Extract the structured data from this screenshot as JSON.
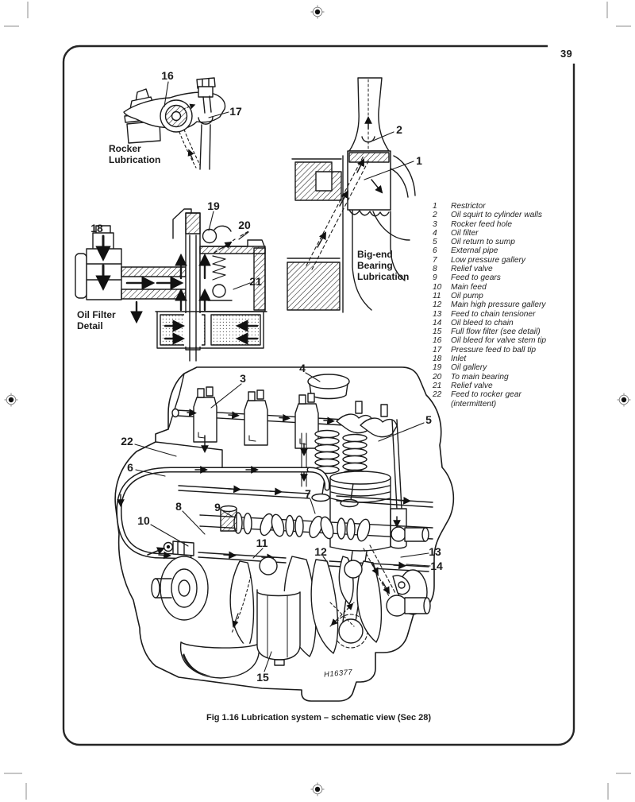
{
  "page": {
    "number": "39",
    "caption": "Fig 1.16 Lubrication system – schematic view (Sec 28)",
    "illustration_ref": "H16377"
  },
  "insets": {
    "rocker_lubrication": {
      "title_line1": "Rocker",
      "title_line2": "Lubrication"
    },
    "big_end_bearing": {
      "title_line1": "Big-end",
      "title_line2": "Bearing",
      "title_line3": "Lubrication"
    },
    "oil_filter_detail": {
      "title_line1": "Oil Filter",
      "title_line2": "Detail"
    }
  },
  "callouts": {
    "n1": "1",
    "n2": "2",
    "n3": "3",
    "n4": "4",
    "n5": "5",
    "n6": "6",
    "n7": "7",
    "n8": "8",
    "n9": "9",
    "n10": "10",
    "n11": "11",
    "n12": "12",
    "n13": "13",
    "n14": "14",
    "n15": "15",
    "n16": "16",
    "n17": "17",
    "n18": "18",
    "n19": "19",
    "n20": "20",
    "n21": "21",
    "n22": "22"
  },
  "legend": {
    "items": [
      {
        "num": "1",
        "label": "Restrictor"
      },
      {
        "num": "2",
        "label": "Oil squirt to cylinder walls"
      },
      {
        "num": "3",
        "label": "Rocker feed hole"
      },
      {
        "num": "4",
        "label": "Oil filter"
      },
      {
        "num": "5",
        "label": "Oil return to sump"
      },
      {
        "num": "6",
        "label": "External pipe"
      },
      {
        "num": "7",
        "label": "Low pressure gallery"
      },
      {
        "num": "8",
        "label": "Relief valve"
      },
      {
        "num": "9",
        "label": "Feed to gears"
      },
      {
        "num": "10",
        "label": "Main feed"
      },
      {
        "num": "11",
        "label": "Oil pump"
      },
      {
        "num": "12",
        "label": "Main high pressure gallery"
      },
      {
        "num": "13",
        "label": "Feed to chain tensioner"
      },
      {
        "num": "14",
        "label": "Oil bleed to chain"
      },
      {
        "num": "15",
        "label": "Full flow filter (see detail)"
      },
      {
        "num": "16",
        "label": "Oil bleed for valve stem tip"
      },
      {
        "num": "17",
        "label": "Pressure feed to ball tip"
      },
      {
        "num": "18",
        "label": "Inlet"
      },
      {
        "num": "19",
        "label": "Oil gallery"
      },
      {
        "num": "20",
        "label": "To main bearing"
      },
      {
        "num": "21",
        "label": "Relief valve"
      },
      {
        "num": "22",
        "label": "Feed to rocker gear"
      }
    ],
    "continuation": "(intermittent)"
  },
  "colors": {
    "ink": "#1b1b1b",
    "mark_gray": "#8d8d8d"
  }
}
